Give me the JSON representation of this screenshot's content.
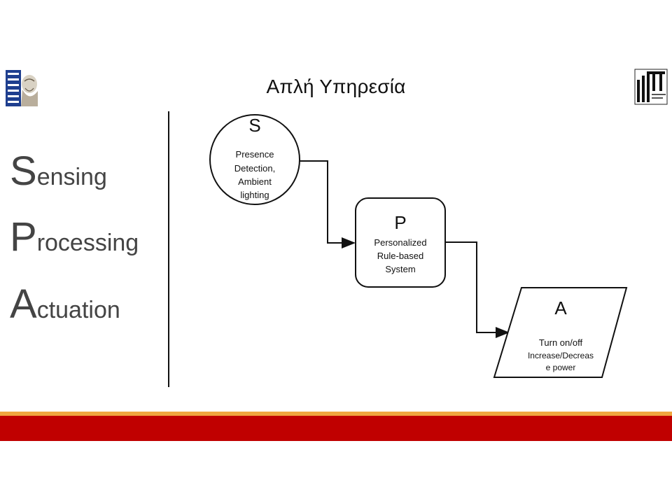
{
  "slide": {
    "title": "Απλή Υπηρεσία"
  },
  "acronym": {
    "s": {
      "initial": "S",
      "rest": "ensing"
    },
    "p": {
      "initial": "P",
      "rest": "rocessing"
    },
    "a": {
      "initial": "A",
      "rest": "ctuation"
    }
  },
  "diagram": {
    "sensing": {
      "letter": "S",
      "lines": [
        "Presence",
        "Detection,",
        "Ambient",
        "lighting"
      ]
    },
    "processing": {
      "letter": "P",
      "lines": [
        "Personalized",
        "Rule-based",
        "System"
      ]
    },
    "actuation": {
      "letter": "A",
      "lines": [
        "Turn on/off",
        "Increase/Decreas",
        "e power"
      ]
    }
  },
  "colors": {
    "footer_orange": "#f0a640",
    "footer_red": "#c00000",
    "logo_blue": "#1f3f8f"
  }
}
